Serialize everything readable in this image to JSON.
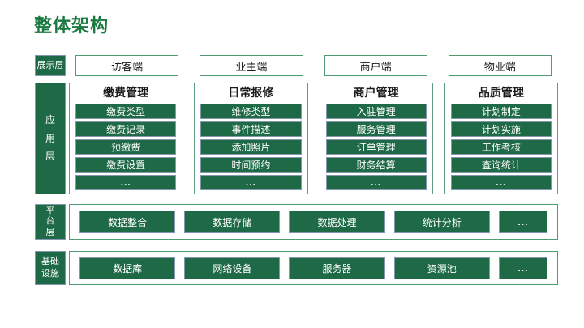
{
  "title": "整体架构",
  "colors": {
    "box_fill_green": "#1e6946",
    "title_green": "#1b7a42",
    "container_border_green": "#4f9b72",
    "column_border_green": "#5f9e80",
    "item_border_bluegray": "#8496b0",
    "text_dark": "#1a1a1a",
    "text_light": "#ffffff"
  },
  "layers": {
    "display": {
      "label": "展示层",
      "items": [
        "访客端",
        "业主端",
        "商户端",
        "物业端"
      ]
    },
    "application": {
      "label": "应用层",
      "columns": [
        {
          "header": "缴费管理",
          "items": [
            "缴费类型",
            "缴费记录",
            "预缴费",
            "缴费设置",
            "..."
          ]
        },
        {
          "header": "日常报修",
          "items": [
            "维修类型",
            "事件描述",
            "添加照片",
            "时间预约",
            "..."
          ]
        },
        {
          "header": "商户管理",
          "items": [
            "入驻管理",
            "服务管理",
            "订单管理",
            "财务结算",
            "..."
          ]
        },
        {
          "header": "品质管理",
          "items": [
            "计划制定",
            "计划实施",
            "工作考核",
            "查询统计",
            "..."
          ]
        }
      ]
    },
    "platform": {
      "label": "平台层",
      "items": [
        "数据整合",
        "数据存储",
        "数据处理",
        "统计分析",
        "..."
      ]
    },
    "infrastructure": {
      "label": "基础设施",
      "items": [
        "数据库",
        "网络设备",
        "服务器",
        "资源池",
        "..."
      ]
    }
  }
}
